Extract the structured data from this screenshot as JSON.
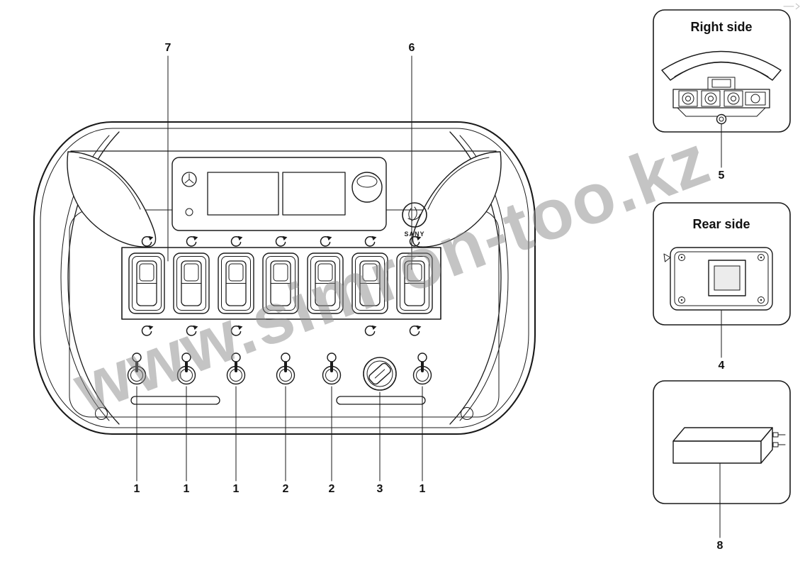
{
  "page": {
    "background": "#ffffff"
  },
  "colors": {
    "line": "#1a1a1a",
    "watermark": "#8a8a8a"
  },
  "watermark": {
    "text": "www.simron-too.kz"
  },
  "main_view": {
    "brand": "SANY",
    "callouts": {
      "top": [
        {
          "label": "7"
        },
        {
          "label": "6"
        }
      ],
      "bottom": [
        {
          "label": "1"
        },
        {
          "label": "1"
        },
        {
          "label": "1"
        },
        {
          "label": "2"
        },
        {
          "label": "2"
        },
        {
          "label": "3"
        },
        {
          "label": "1"
        }
      ]
    }
  },
  "insets": {
    "right_side": {
      "title": "Right side",
      "callout": "5"
    },
    "rear_side": {
      "title": "Rear side",
      "callout": "4"
    },
    "battery": {
      "callout": "8"
    }
  }
}
